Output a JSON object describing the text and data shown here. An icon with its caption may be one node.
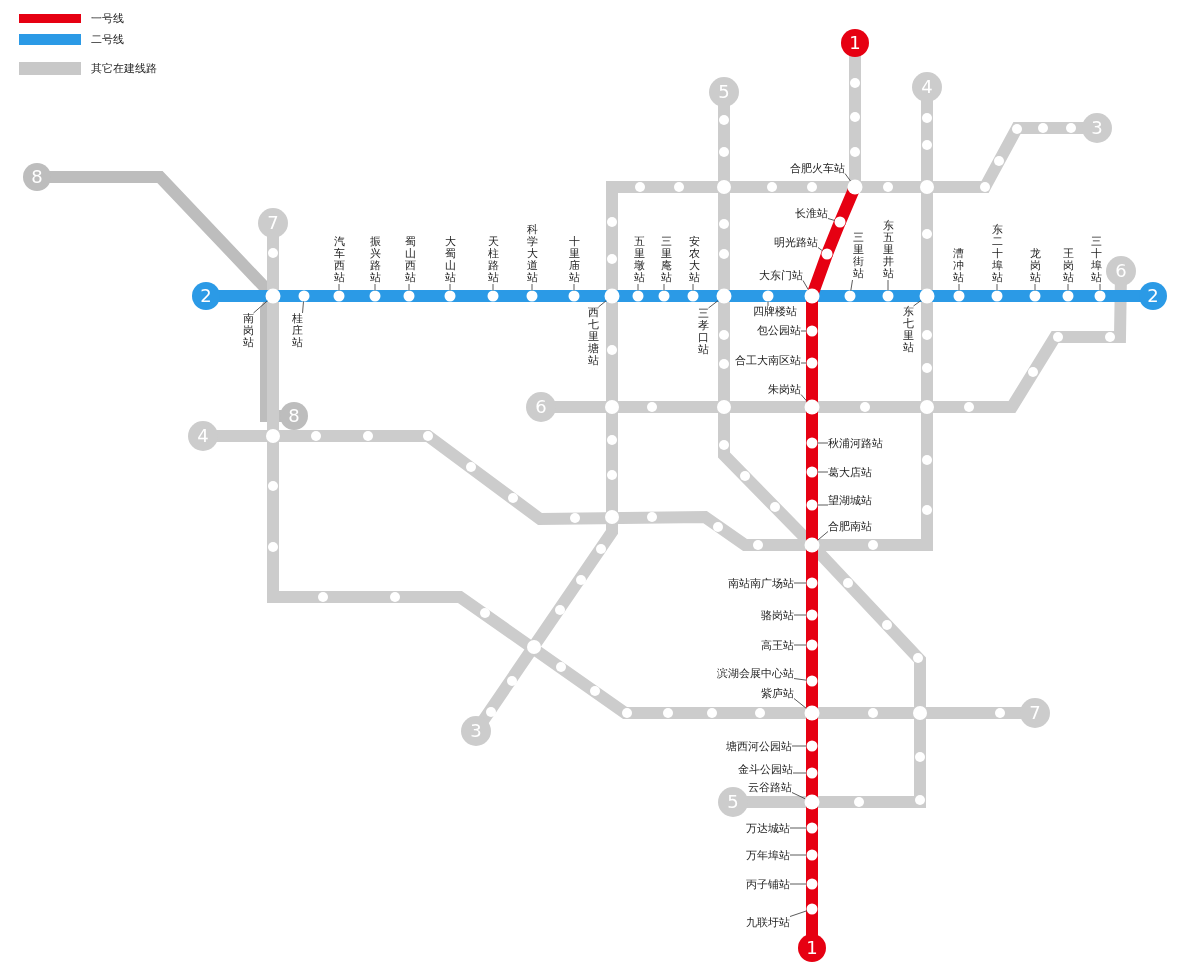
{
  "diagram": {
    "nodes": [
      {
        "text": [
          "1"
        ]
      },
      {
        "text": [
          "4"
        ]
      },
      {
        "text": [
          "5"
        ]
      },
      {
        "text": [
          "3"
        ]
      },
      {
        "text": [
          "8"
        ]
      },
      {
        "text": [
          "7"
        ]
      },
      {
        "text": [
          "6"
        ]
      },
      {
        "text": [
          "2"
        ]
      },
      {
        "text": [
          "2"
        ]
      },
      {
        "text": [
          "6"
        ]
      },
      {
        "text": [
          "8"
        ]
      },
      {
        "text": [
          "4"
        ]
      },
      {
        "text": [
          "7"
        ]
      },
      {
        "text": [
          "3"
        ]
      },
      {
        "text": [
          "5"
        ]
      },
      {
        "text": [
          "1"
        ]
      },
      {
        "text": [
          "南岗站"
        ]
      },
      {
        "text": [],
        "shape": "circle"
      },
      {
        "text": [
          "桂庄站"
        ]
      },
      {
        "text": [],
        "shape": "circle"
      },
      {
        "text": [
          "汽车西站"
        ]
      },
      {
        "text": [],
        "shape": "circle"
      },
      {
        "text": [
          "振兴路站"
        ]
      },
      {
        "text": [],
        "shape": "circle"
      },
      {
        "text": [
          "蜀山西站"
        ]
      },
      {
        "text": [],
        "shape": "circle"
      },
      {
        "text": [
          "大蜀山站"
        ]
      },
      {
        "text": [],
        "shape": "circle"
      },
      {
        "text": [
          "天柱路站"
        ]
      },
      {
        "text": [],
        "shape": "circle"
      },
      {
        "text": [
          "科学大道站"
        ]
      },
      {
        "text": [],
        "shape": "circle"
      },
      {
        "text": [
          "十里庙站"
        ]
      },
      {
        "text": [],
        "shape": "circle"
      },
      {
        "text": [
          "西七里塘站"
        ]
      },
      {
        "text": [],
        "shape": "circle"
      },
      {
        "text": [
          "五里墩站"
        ]
      },
      {
        "text": [],
        "shape": "circle"
      },
      {
        "text": [
          "三里庵站"
        ]
      },
      {
        "text": [],
        "shape": "circle"
      },
      {
        "text": [
          "安农大站"
        ]
      },
      {
        "text": [],
        "shape": "circle"
      },
      {
        "text": [
          "三孝口站"
        ]
      },
      {
        "text": [],
        "shape": "circle"
      },
      {
        "text": [
          "四牌楼站"
        ]
      },
      {
        "text": [],
        "shape": "circle"
      },
      {
        "text": [
          "大东门站"
        ]
      },
      {
        "text": [],
        "shape": "circle"
      },
      {
        "text": [
          "三里街站"
        ]
      },
      {
        "text": [],
        "shape": "circle"
      },
      {
        "text": [
          "东五里井站"
        ]
      },
      {
        "text": [],
        "shape": "circle"
      },
      {
        "text": [
          "东七里站"
        ]
      },
      {
        "text": [],
        "shape": "circle"
      },
      {
        "text": [
          "漕冲站"
        ]
      },
      {
        "text": [],
        "shape": "circle"
      },
      {
        "text": [
          "东二十埠站"
        ]
      },
      {
        "text": [],
        "shape": "circle"
      },
      {
        "text": [
          "龙岗站"
        ]
      },
      {
        "text": [],
        "shape": "circle"
      },
      {
        "text": [
          "王岗站"
        ]
      },
      {
        "text": [],
        "shape": "circle"
      },
      {
        "text": [
          "三十埠站"
        ]
      },
      {
        "text": [],
        "shape": "circle"
      },
      {
        "text": [
          "合肥火车站"
        ]
      },
      {
        "text": [],
        "shape": "circle"
      },
      {
        "text": [
          "长淮站"
        ]
      },
      {
        "text": [],
        "shape": "circle"
      },
      {
        "text": [
          "明光路站"
        ]
      },
      {
        "text": [],
        "shape": "circle"
      },
      {
        "text": [
          "包公园站"
        ]
      },
      {
        "text": [],
        "shape": "circle"
      },
      {
        "text": [
          "合工大南区站"
        ]
      },
      {
        "text": [],
        "shape": "circle"
      },
      {
        "text": [
          "朱岗站"
        ]
      },
      {
        "text": [],
        "shape": "circle"
      },
      {
        "text": [
          "秋浦河路站"
        ]
      },
      {
        "text": [],
        "shape": "circle"
      },
      {
        "text": [
          "葛大店站"
        ]
      },
      {
        "text": [],
        "shape": "circle"
      },
      {
        "text": [
          "望湖城站"
        ]
      },
      {
        "text": [],
        "shape": "circle"
      },
      {
        "text": [
          "合肥南站"
        ]
      },
      {
        "text": [],
        "shape": "circle"
      },
      {
        "text": [
          "南站南广场站"
        ]
      },
      {
        "text": [],
        "shape": "circle"
      },
      {
        "text": [
          "骆岗站"
        ]
      },
      {
        "text": [],
        "shape": "circle"
      },
      {
        "text": [
          "高王站"
        ]
      },
      {
        "text": [],
        "shape": "circle"
      },
      {
        "text": [
          "滨湖会展中心站"
        ]
      },
      {
        "text": [],
        "shape": "circle"
      },
      {
        "text": [
          "紫庐站"
        ]
      },
      {
        "text": [],
        "shape": "circle"
      },
      {
        "text": [
          "塘西河公园站"
        ]
      },
      {
        "text": [],
        "shape": "circle"
      },
      {
        "text": [
          "金斗公园站"
        ]
      },
      {
        "text": [],
        "shape": "circle"
      },
      {
        "text": [
          "云谷路站"
        ]
      },
      {
        "text": [],
        "shape": "circle"
      },
      {
        "text": [
          "万达城站"
        ]
      },
      {
        "text": [],
        "shape": "circle"
      },
      {
        "text": [
          "万年埠站"
        ]
      },
      {
        "text": [],
        "shape": "circle"
      },
      {
        "text": [
          "丙子铺站"
        ]
      },
      {
        "text": [],
        "shape": "circle"
      },
      {
        "text": [
          "九联圩站"
        ]
      },
      {
        "text": [],
        "shape": "circle"
      }
    ],
    "edges": [
      {
        "from": 16,
        "to": 17,
        "arrow": "none"
      },
      {
        "from": 18,
        "to": 19,
        "arrow": "none"
      },
      {
        "from": 20,
        "to": 21,
        "arrow": "none"
      },
      {
        "from": 22,
        "to": 23,
        "arrow": "none"
      },
      {
        "from": 24,
        "to": 25,
        "arrow": "none"
      },
      {
        "from": 26,
        "to": 27,
        "arrow": "none"
      },
      {
        "from": 28,
        "to": 29,
        "arrow": "none"
      },
      {
        "from": 30,
        "to": 31,
        "arrow": "none"
      },
      {
        "from": 32,
        "to": 33,
        "arrow": "none"
      },
      {
        "from": 34,
        "to": 35,
        "arrow": "none"
      },
      {
        "from": 36,
        "to": 37,
        "arrow": "none"
      },
      {
        "from": 38,
        "to": 39,
        "arrow": "none"
      },
      {
        "from": 40,
        "to": 41,
        "arrow": "none"
      },
      {
        "from": 42,
        "to": 43,
        "arrow": "none"
      },
      {
        "from": 44,
        "to": 45,
        "arrow": "none"
      },
      {
        "from": 46,
        "to": 47,
        "arrow": "none"
      },
      {
        "from": 48,
        "to": 49,
        "arrow": "none"
      },
      {
        "from": 50,
        "to": 51,
        "arrow": "none"
      },
      {
        "from": 52,
        "to": 53,
        "arrow": "none"
      },
      {
        "from": 54,
        "to": 55,
        "arrow": "none"
      },
      {
        "from": 56,
        "to": 57,
        "arrow": "none"
      },
      {
        "from": 58,
        "to": 59,
        "arrow": "none"
      },
      {
        "from": 60,
        "to": 61,
        "arrow": "none"
      },
      {
        "from": 62,
        "to": 63,
        "arrow": "none"
      },
      {
        "from": 64,
        "to": 65,
        "arrow": "none"
      },
      {
        "from": 66,
        "to": 67,
        "arrow": "none"
      },
      {
        "from": 68,
        "to": 69,
        "arrow": "none"
      },
      {
        "from": 70,
        "to": 71,
        "arrow": "none"
      },
      {
        "from": 72,
        "to": 73,
        "arrow": "none"
      },
      {
        "from": 74,
        "to": 75,
        "arrow": "none"
      },
      {
        "from": 76,
        "to": 77,
        "arrow": "none"
      },
      {
        "from": 78,
        "to": 79,
        "arrow": "none"
      },
      {
        "from": 80,
        "to": 81,
        "arrow": "none"
      },
      {
        "from": 82,
        "to": 83,
        "arrow": "none"
      },
      {
        "from": 84,
        "to": 85,
        "arrow": "none"
      },
      {
        "from": 86,
        "to": 87,
        "arrow": "none"
      },
      {
        "from": 88,
        "to": 89,
        "arrow": "none"
      },
      {
        "from": 90,
        "to": 91,
        "arrow": "none"
      },
      {
        "from": 92,
        "to": 93,
        "arrow": "none"
      },
      {
        "from": 94,
        "to": 95,
        "arrow": "none"
      },
      {
        "from": 96,
        "to": 97,
        "arrow": "none"
      },
      {
        "from": 98,
        "to": 99,
        "arrow": "none"
      },
      {
        "from": 100,
        "to": 101,
        "arrow": "none"
      },
      {
        "from": 102,
        "to": 103,
        "arrow": "none"
      },
      {
        "from": 104,
        "to": 105,
        "arrow": "none"
      },
      {
        "from": 106,
        "to": 107,
        "arrow": "none"
      },
      {
        "from": 4,
        "to": 17,
        "arrow": "none",
        "color": "#bdbdbd"
      },
      {
        "from": 17,
        "to": 10,
        "arrow": "none",
        "color": "#bdbdbd"
      },
      {
        "from": 5,
        "to": 17,
        "arrow": "none",
        "color": "#cccccc"
      },
      {
        "from": 17,
        "to": 93,
        "arrow": "none",
        "color": "#cccccc"
      },
      {
        "from": 93,
        "to": 12,
        "arrow": "none",
        "color": "#cccccc"
      },
      {
        "from": 11,
        "to": 83,
        "arrow": "none",
        "color": "#cccccc"
      },
      {
        "from": 83,
        "to": 53,
        "arrow": "none",
        "color": "#cccccc"
      },
      {
        "from": 53,
        "to": 1,
        "arrow": "none",
        "color": "#cccccc"
      },
      {
        "from": 9,
        "to": 75,
        "arrow": "none",
        "color": "#cccccc"
      },
      {
        "from": 75,
        "to": 6,
        "arrow": "none",
        "color": "#cccccc"
      },
      {
        "from": 2,
        "to": 43,
        "arrow": "none",
        "color": "#cccccc"
      },
      {
        "from": 43,
        "to": 83,
        "arrow": "none",
        "color": "#cccccc"
      },
      {
        "from": 83,
        "to": 99,
        "arrow": "none",
        "color": "#cccccc"
      },
      {
        "from": 99,
        "to": 14,
        "arrow": "none",
        "color": "#cccccc"
      },
      {
        "from": 3,
        "to": 65,
        "arrow": "none",
        "color": "#cccccc"
      },
      {
        "from": 65,
        "to": 35,
        "arrow": "none",
        "color": "#cccccc"
      },
      {
        "from": 35,
        "to": 13,
        "arrow": "none",
        "color": "#cccccc"
      },
      {
        "from": 0,
        "to": 65,
        "arrow": "none",
        "color": "#cccccc"
      },
      {
        "from": 7,
        "to": 17,
        "arrow": "none",
        "color": "#2b9ae6"
      },
      {
        "from": 17,
        "to": 19,
        "arrow": "none",
        "color": "#2b9ae6"
      },
      {
        "from": 19,
        "to": 21,
        "arrow": "none",
        "color": "#2b9ae6"
      },
      {
        "from": 21,
        "to": 23,
        "arrow": "none",
        "color": "#2b9ae6"
      },
      {
        "from": 23,
        "to": 25,
        "arrow": "none",
        "color": "#2b9ae6"
      },
      {
        "from": 25,
        "to": 27,
        "arrow": "none",
        "color": "#2b9ae6"
      },
      {
        "from": 27,
        "to": 29,
        "arrow": "none",
        "color": "#2b9ae6"
      },
      {
        "from": 29,
        "to": 31,
        "arrow": "none",
        "color": "#2b9ae6"
      },
      {
        "from": 31,
        "to": 33,
        "arrow": "none",
        "color": "#2b9ae6"
      },
      {
        "from": 33,
        "to": 35,
        "arrow": "none",
        "color": "#2b9ae6"
      },
      {
        "from": 35,
        "to": 37,
        "arrow": "none",
        "color": "#2b9ae6"
      },
      {
        "from": 37,
        "to": 39,
        "arrow": "none",
        "color": "#2b9ae6"
      },
      {
        "from": 39,
        "to": 41,
        "arrow": "none",
        "color": "#2b9ae6"
      },
      {
        "from": 41,
        "to": 43,
        "arrow": "none",
        "color": "#2b9ae6"
      },
      {
        "from": 43,
        "to": 45,
        "arrow": "none",
        "color": "#2b9ae6"
      },
      {
        "from": 45,
        "to": 47,
        "arrow": "none",
        "color": "#2b9ae6"
      },
      {
        "from": 47,
        "to": 49,
        "arrow": "none",
        "color": "#2b9ae6"
      },
      {
        "from": 49,
        "to": 51,
        "arrow": "none",
        "color": "#2b9ae6"
      },
      {
        "from": 51,
        "to": 53,
        "arrow": "none",
        "color": "#2b9ae6"
      },
      {
        "from": 53,
        "to": 55,
        "arrow": "none",
        "color": "#2b9ae6"
      },
      {
        "from": 55,
        "to": 57,
        "arrow": "none",
        "color": "#2b9ae6"
      },
      {
        "from": 57,
        "to": 59,
        "arrow": "none",
        "color": "#2b9ae6"
      },
      {
        "from": 59,
        "to": 61,
        "arrow": "none",
        "color": "#2b9ae6"
      },
      {
        "from": 61,
        "to": 63,
        "arrow": "none",
        "color": "#2b9ae6"
      },
      {
        "from": 63,
        "to": 8,
        "arrow": "none",
        "color": "#2b9ae6"
      },
      {
        "from": 65,
        "to": 67,
        "arrow": "none",
        "color": "#e60012"
      },
      {
        "from": 67,
        "to": 69,
        "arrow": "none",
        "color": "#e60012"
      },
      {
        "from": 69,
        "to": 47,
        "arrow": "none",
        "color": "#e60012"
      },
      {
        "from": 47,
        "to": 71,
        "arrow": "none",
        "color": "#e60012"
      },
      {
        "from": 71,
        "to": 73,
        "arrow": "none",
        "color": "#e60012"
      },
      {
        "from": 73,
        "to": 75,
        "arrow": "none",
        "color": "#e60012"
      },
      {
        "from": 75,
        "to": 77,
        "arrow": "none",
        "color": "#e60012"
      },
      {
        "from": 77,
        "to": 79,
        "arrow": "none",
        "color": "#e60012"
      },
      {
        "from": 79,
        "to": 81,
        "arrow": "none",
        "color": "#e60012"
      },
      {
        "from": 81,
        "to": 83,
        "arrow": "none",
        "color": "#e60012"
      },
      {
        "from": 83,
        "to": 85,
        "arrow": "none",
        "color": "#e60012"
      },
      {
        "from": 85,
        "to": 87,
        "arrow": "none",
        "color": "#e60012"
      },
      {
        "from": 87,
        "to": 89,
        "arrow": "none",
        "color": "#e60012"
      },
      {
        "from": 89,
        "to": 91,
        "arrow": "none",
        "color": "#e60012"
      },
      {
        "from": 91,
        "to": 93,
        "arrow": "none",
        "color": "#e60012"
      },
      {
        "from": 93,
        "to": 95,
        "arrow": "none",
        "color": "#e60012"
      },
      {
        "from": 95,
        "to": 97,
        "arrow": "none",
        "color": "#e60012"
      },
      {
        "from": 97,
        "to": 99,
        "arrow": "none",
        "color": "#e60012"
      },
      {
        "from": 99,
        "to": 101,
        "arrow": "none",
        "color": "#e60012"
      },
      {
        "from": 101,
        "to": 103,
        "arrow": "none",
        "color": "#e60012"
      },
      {
        "from": 103,
        "to": 105,
        "arrow": "none",
        "color": "#e60012"
      },
      {
        "from": 105,
        "to": 107,
        "arrow": "none",
        "color": "#e60012"
      },
      {
        "from": 107,
        "to": 15,
        "arrow": "none",
        "color": "#e60012"
      }
    ],
    "legend": [
      {
        "text": "一号线",
        "color": "#e60012"
      },
      {
        "text": "二号线",
        "color": "#2b9ae6"
      },
      {
        "text": "其它在建线路",
        "color": "#c8c8c8"
      }
    ]
  }
}
